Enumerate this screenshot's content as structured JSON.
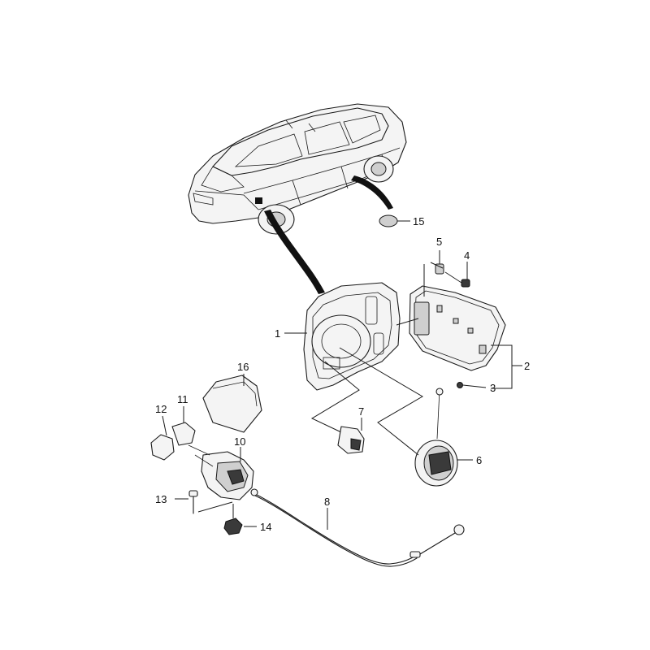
{
  "callouts": [
    {
      "id": "1",
      "text": "1"
    },
    {
      "id": "2",
      "text": "2"
    },
    {
      "id": "3",
      "text": "3"
    },
    {
      "id": "4",
      "text": "4"
    },
    {
      "id": "5",
      "text": "5"
    },
    {
      "id": "6",
      "text": "6"
    },
    {
      "id": "7",
      "text": "7"
    },
    {
      "id": "8",
      "text": "8"
    },
    {
      "id": "10",
      "text": "10"
    },
    {
      "id": "11",
      "text": "11"
    },
    {
      "id": "12",
      "text": "12"
    },
    {
      "id": "13",
      "text": "13"
    },
    {
      "id": "14",
      "text": "14"
    },
    {
      "id": "15",
      "text": "15"
    },
    {
      "id": "16",
      "text": "16"
    }
  ]
}
